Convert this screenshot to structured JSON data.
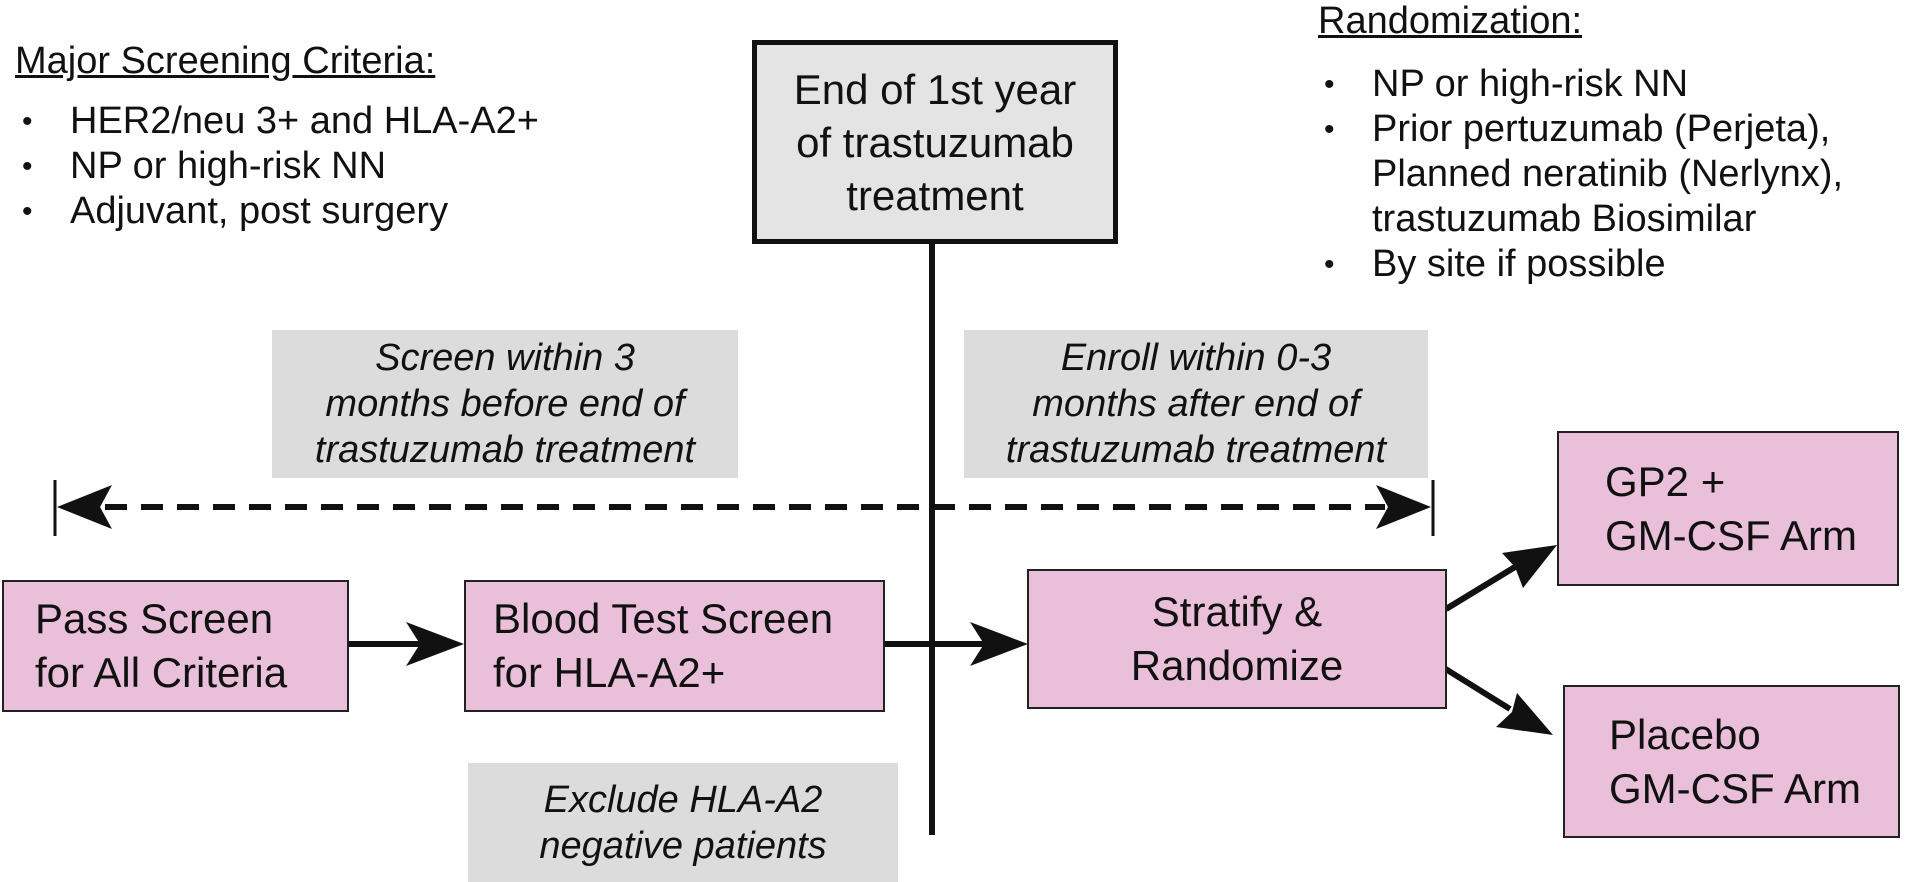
{
  "screening": {
    "heading": "Major Screening Criteria:",
    "items": [
      "HER2/neu 3+ and HLA-A2+",
      "NP or high-risk NN",
      "Adjuvant, post surgery"
    ]
  },
  "randomization": {
    "heading": "Randomization:",
    "items": [
      "NP or high-risk NN",
      "Prior pertuzumab (Perjeta),\nPlanned neratinib (Nerlynx),\ntrastuzumab Biosimilar",
      "By site if possible"
    ]
  },
  "timeline_box": {
    "lines": [
      "End of 1st year",
      "of trastuzumab",
      "treatment"
    ]
  },
  "window_before": {
    "lines": [
      "Screen within 3",
      "months before end of",
      "trastuzumab treatment"
    ]
  },
  "window_after": {
    "lines": [
      "Enroll within 0-3",
      "months after end of",
      "trastuzumab treatment"
    ]
  },
  "steps": {
    "pass_screen": {
      "lines": [
        "Pass Screen",
        "for All Criteria"
      ]
    },
    "blood_test": {
      "lines": [
        "Blood Test Screen",
        "for HLA-A2+"
      ]
    },
    "stratify": {
      "lines": [
        "Stratify &",
        "Randomize"
      ]
    }
  },
  "arms": {
    "gp2": {
      "lines": [
        "GP2 +",
        "GM-CSF Arm"
      ]
    },
    "placebo": {
      "lines": [
        "Placebo",
        "GM-CSF Arm"
      ]
    }
  },
  "exclude_note": {
    "lines": [
      "Exclude HLA-A2",
      "negative patients"
    ]
  },
  "colors": {
    "box_fill": "#e9bfd9",
    "note_fill": "#dcdcdc",
    "timeline_fill": "#e4e4e4",
    "line": "#111111"
  }
}
